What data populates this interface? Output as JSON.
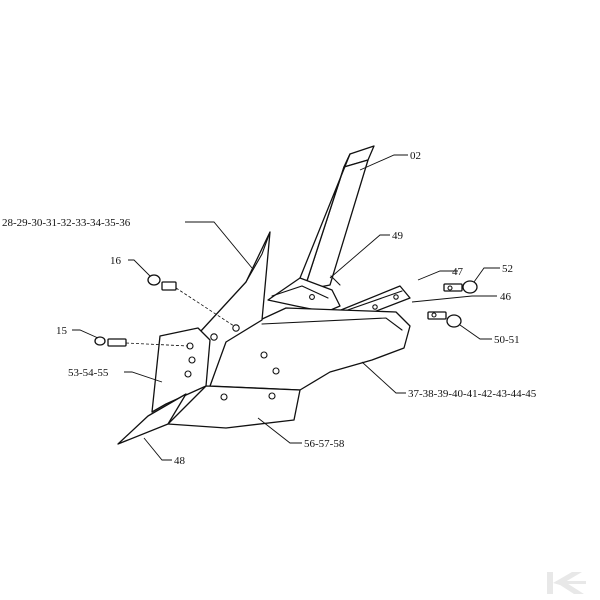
{
  "callouts": {
    "c02": "02",
    "c28_36": "28-29-30-31-32-33-34-35-36",
    "c49": "49",
    "c16": "16",
    "c47": "47",
    "c52": "52",
    "c46": "46",
    "c15": "15",
    "c50_51": "50-51",
    "c53_55": "53-54-55",
    "c37_45": "37-38-39-40-41-42-43-44-45",
    "c56_58": "56-57-58",
    "c48": "48"
  },
  "watermark": {
    "icon": "k-logo-icon",
    "color": "#e8e8e8"
  }
}
